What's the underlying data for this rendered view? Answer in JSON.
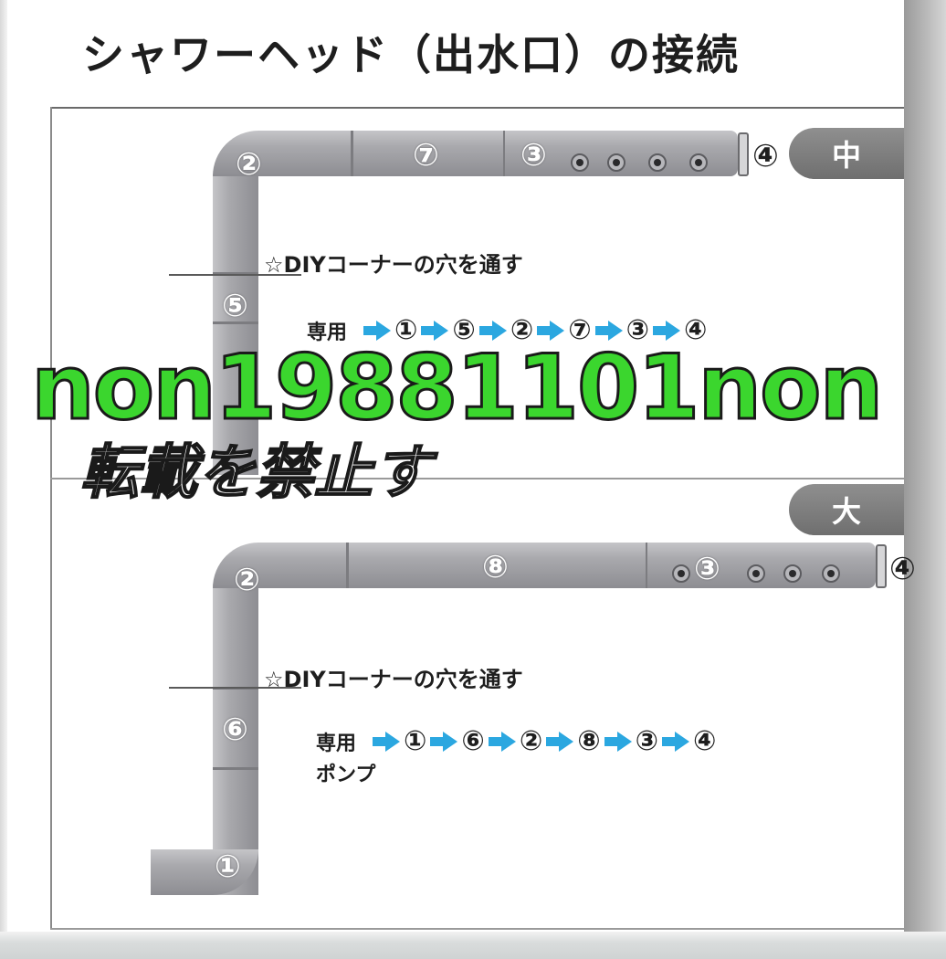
{
  "title": "シャワーヘッド（出水口）の接続",
  "accent_color": "#2ba7e0",
  "medium": {
    "size_label": "中",
    "parts": {
      "elbow": "②",
      "straight": "⑦",
      "head": "③",
      "cap": "④",
      "vertical": "⑤"
    },
    "note": "☆DIYコーナーの穴を通す",
    "sequence_label": "専用",
    "sequence": [
      "①",
      "⑤",
      "②",
      "⑦",
      "③",
      "④"
    ]
  },
  "large": {
    "size_label": "大",
    "parts": {
      "elbow": "②",
      "straight": "⑧",
      "head": "③",
      "cap": "④",
      "vertical": "⑥",
      "bottom_elbow": "①"
    },
    "note": "☆DIYコーナーの穴を通す",
    "sequence_label": "専用",
    "sequence_label_2": "ポンプ",
    "sequence": [
      "①",
      "⑥",
      "②",
      "⑧",
      "③",
      "④"
    ]
  },
  "watermark": "non19881101non",
  "notice": "転載を禁止す"
}
